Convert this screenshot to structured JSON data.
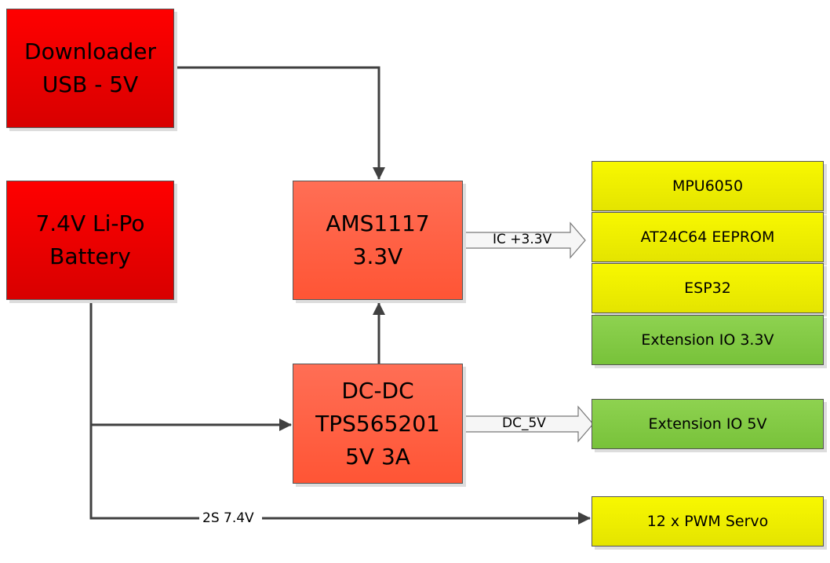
{
  "blocks": {
    "downloader": "Downloader\nUSB - 5V",
    "battery": "7.4V Li-Po\nBattery",
    "ams": "AMS1117\n3.3V",
    "dcdc": "DC-DC\nTPS565201\n5V 3A",
    "mpu": "MPU6050",
    "eeprom": "AT24C64 EEPROM",
    "esp": "ESP32",
    "ext33": "Extension IO 3.3V",
    "ext5": "Extension IO 5V",
    "servo": "12 x PWM Servo"
  },
  "labels": {
    "ic33": "IC +3.3V",
    "dc5": "DC_5V",
    "bat": "2S 7.4V"
  },
  "colors": {
    "red": "#ff0000",
    "salmon": "#ff6248",
    "yellow": "#f0f000",
    "green": "#84ca46",
    "line": "#404040"
  }
}
